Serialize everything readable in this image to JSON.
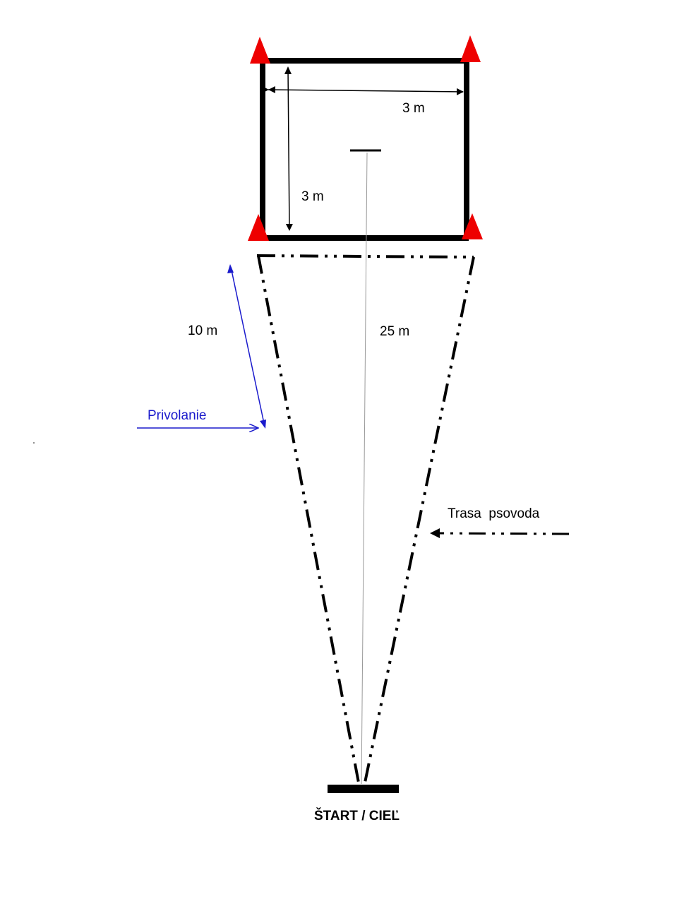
{
  "labels": {
    "width_dimension": "3 m",
    "height_dimension": "3 m",
    "recall_distance": "10 m",
    "course_length": "25 m",
    "recall_label": "Privolanie",
    "handler_path_label": "Trasa  psovoda",
    "start_finish": "ŠTART / CIEĽ"
  },
  "colors": {
    "cone": "#ee0000",
    "recall_arrow": "#1a1acc",
    "lines": "#000000"
  }
}
